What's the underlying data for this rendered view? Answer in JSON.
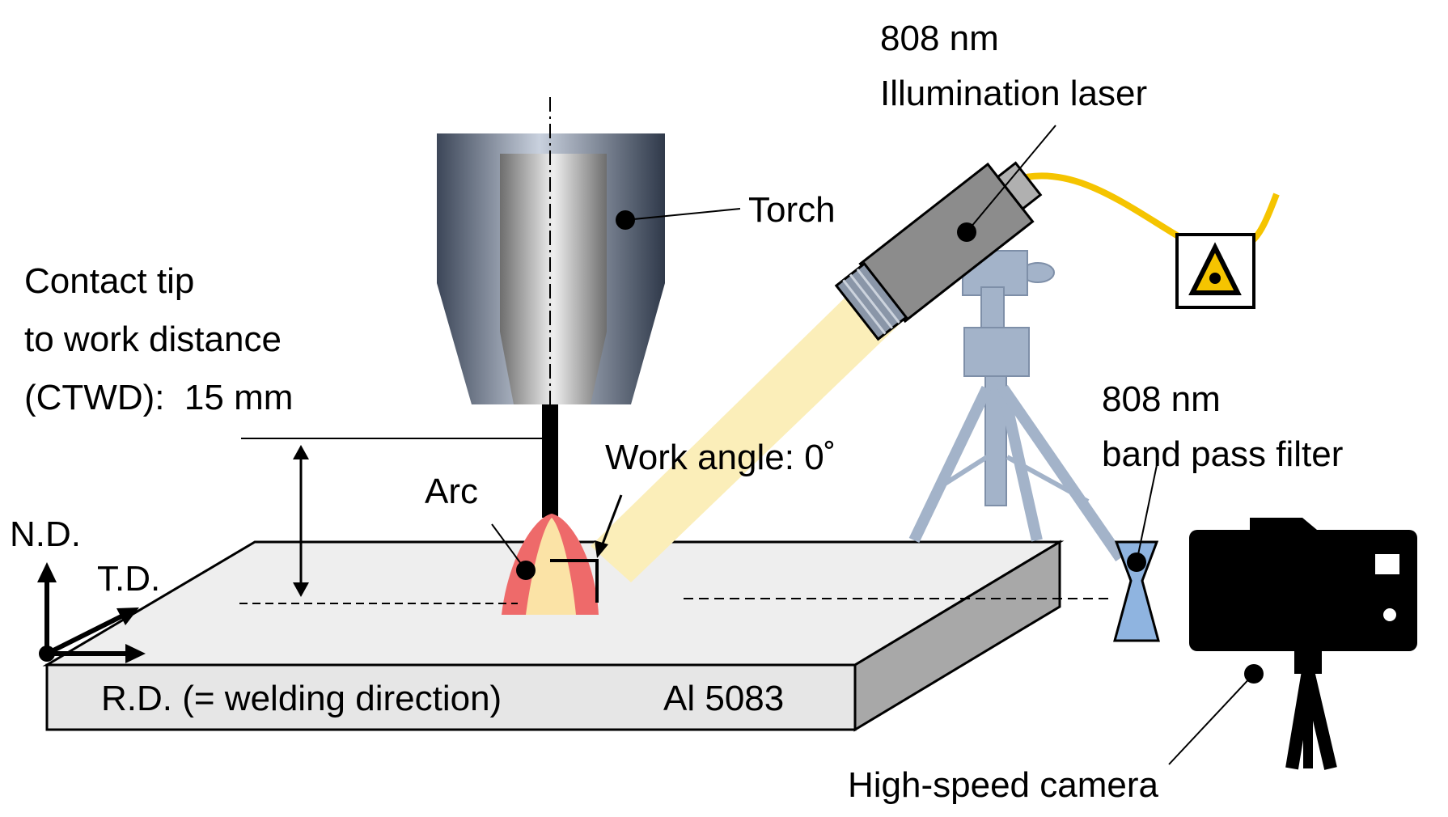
{
  "labels": {
    "laser_wavelength": "808 nm",
    "laser_name": "Illumination laser",
    "torch": "Torch",
    "ctwd_line1": "Contact tip",
    "ctwd_line2": "to work distance",
    "ctwd_line3": "(CTWD):  15 mm",
    "filter_wavelength": "808 nm",
    "filter_name": "band pass filter",
    "work_angle": "Work angle: 0˚",
    "arc": "Arc",
    "nd": "N.D.",
    "td": "T.D.",
    "rd": "R.D. (= welding direction)",
    "material": "Al 5083",
    "camera": "High-speed camera"
  },
  "colors": {
    "torch_dark": "#3c4658",
    "torch_light": "#c9d1de",
    "contact_tip": "#7b7b7b",
    "arc_outer": "#ee6a6a",
    "arc_inner": "#fbe3a6",
    "laser_beam": "#fbeeb9",
    "laser_body": "#8c8c8c",
    "fiber": "#f5c400",
    "tripod": "#a3b3c9",
    "filter": "#8fb4e0",
    "plate_top": "#eeeeee",
    "plate_side": "#a8a8a8",
    "camera": "#000000"
  },
  "icons": [
    "laser-warning-icon",
    "video-camera-icon",
    "tripod-icon"
  ]
}
